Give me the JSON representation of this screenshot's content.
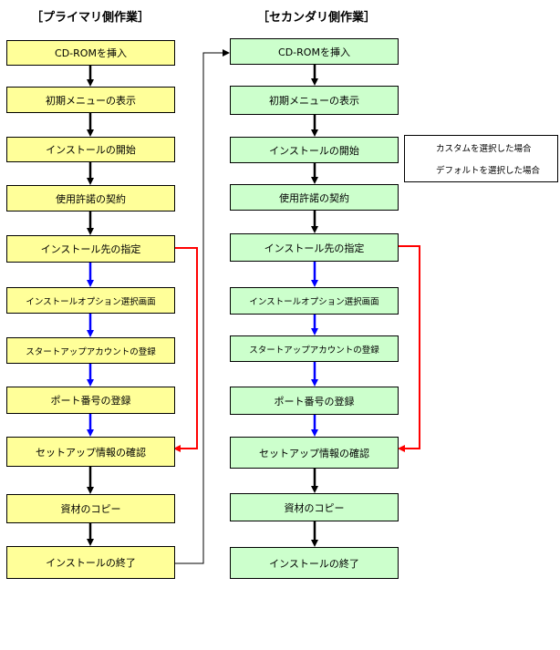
{
  "headings": {
    "primary": "［プライマリ側作業］",
    "secondary": "［セカンダリ側作業］"
  },
  "primary_steps": [
    "CD-ROMを挿入",
    "初期メニューの表示",
    "インストールの開始",
    "使用許諾の契約",
    "インストール先の指定",
    "インストールオプション選択画面",
    "スタートアップアカウントの登録",
    "ポート番号の登録",
    "セットアップ情報の確認",
    "資材のコピー",
    "インストールの終了"
  ],
  "secondary_steps": [
    "CD-ROMを挿入",
    "初期メニューの表示",
    "インストールの開始",
    "使用許諾の契約",
    "インストール先の指定",
    "インストールオプション選択画面",
    "スタートアップアカウントの登録",
    "ポート番号の登録",
    "セットアップ情報の確認",
    "資材のコピー",
    "インストールの終了"
  ],
  "legend": {
    "custom": "カスタムを選択した場合",
    "default": "デフォルトを選択した場合"
  },
  "colors": {
    "primary_box": "#ffff99",
    "secondary_box": "#ccffcc",
    "custom_arrow": "#0000ff",
    "default_arrow": "#ff0000",
    "normal_arrow": "#000000"
  }
}
